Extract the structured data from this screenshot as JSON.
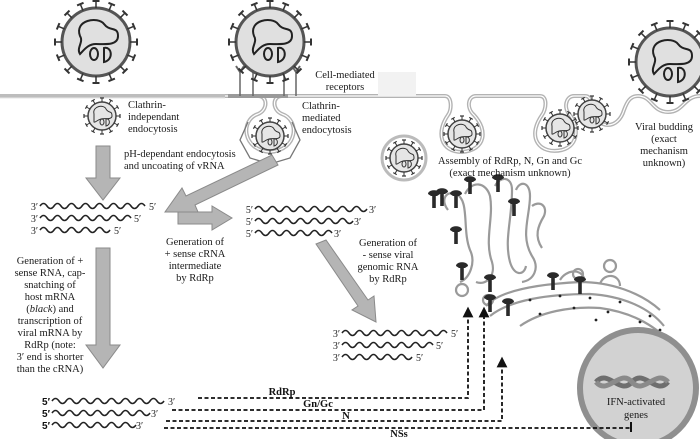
{
  "diagram": {
    "title": "Bunyavirus replication cycle",
    "colors": {
      "membrane": "#bdbdbd",
      "arrow_fill": "#b5b5b5",
      "arrow_stroke": "#8a8a8a",
      "virus_fill": "#e0e0e0",
      "nucleus_fill": "#d2d2d2",
      "nucleus_ring": "#8f8f8f",
      "dark": "#2b2b2b"
    },
    "labels": {
      "cell_receptors": [
        "Cell-mediated",
        "receptors"
      ],
      "clathrin_independent": [
        "Clathrin-",
        "independant",
        "endocytosis"
      ],
      "clathrin_mediated": [
        "Clathrin-",
        "mediated",
        "endocytosis"
      ],
      "ph_dependent": [
        "pH-dependant endocytosis",
        "and uncoating of vRNA"
      ],
      "assembly": [
        "Assembly of RdRp, N, Gn and Gc",
        "(exact mechanism unknown)"
      ],
      "viral_budding": [
        "Viral budding",
        "(exact",
        "mechanism",
        "unknown)"
      ],
      "gen_crna": [
        "Generation of",
        "+ sense cRNA",
        "intermediate",
        "by RdRp"
      ],
      "gen_genomic": [
        "Generation of",
        "- sense viral",
        "genomic RNA",
        "by RdRp"
      ],
      "gen_mrna": [
        "Generation of +",
        "sense RNA, cap-",
        "snatching of",
        "host mRNA",
        "(black) and",
        "transcription of",
        "viral mRNA by",
        "RdRp (note:",
        "3′ end is shorter",
        "than the cRNA)"
      ],
      "nucleus": [
        "IFN-activated",
        "genes"
      ]
    },
    "rna_groups": {
      "vrna": {
        "left": "3′",
        "right": "5′",
        "strands": 3
      },
      "crna": {
        "left": "5′",
        "right": "3′",
        "strands": 3
      },
      "new_vrna": {
        "left": "3′",
        "right": "5′",
        "strands": 3
      },
      "mrna": {
        "left": "5′",
        "right": "3′",
        "strands": 3
      }
    },
    "proteins": [
      {
        "name": "RdRp"
      },
      {
        "name": "Gn/Gc"
      },
      {
        "name": "N"
      },
      {
        "name": "NSs"
      }
    ]
  }
}
